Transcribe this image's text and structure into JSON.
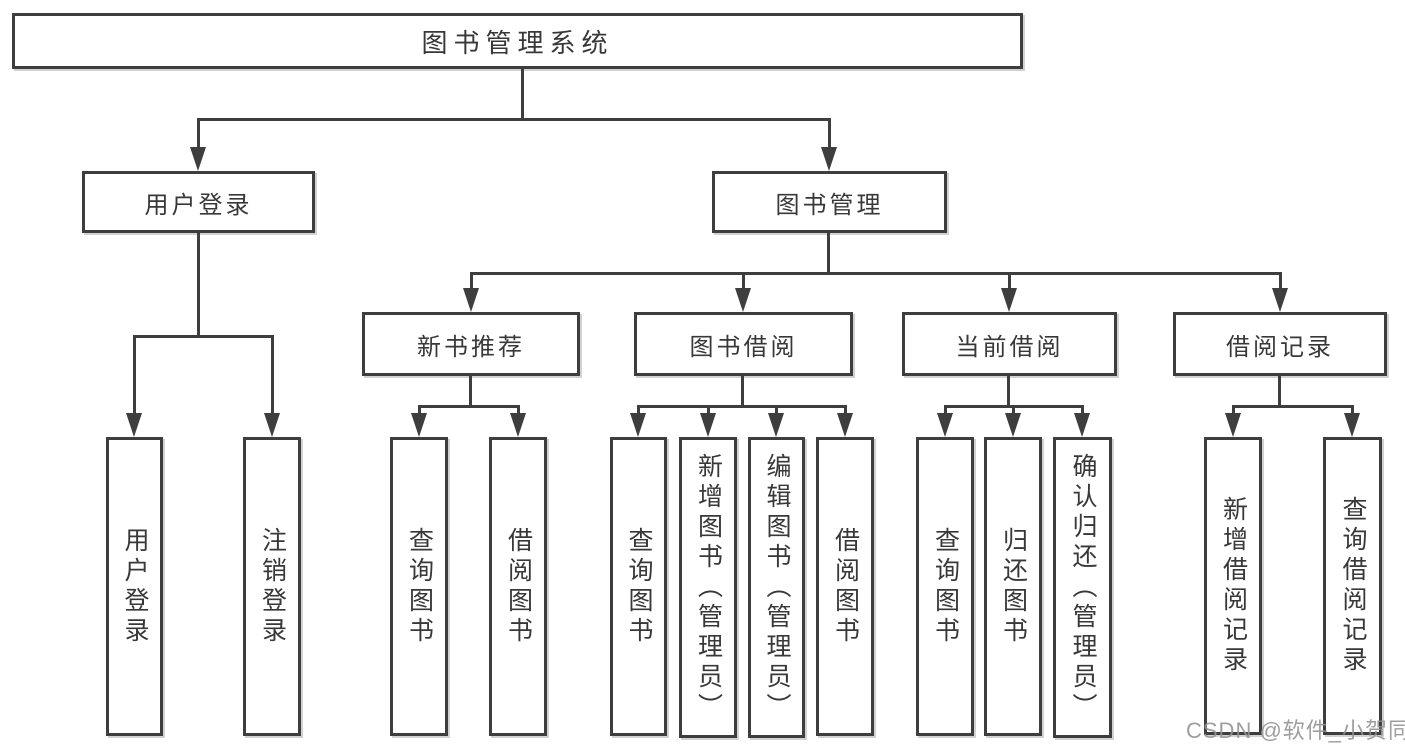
{
  "diagram": {
    "root": {
      "label": "图书管理系统"
    },
    "level2": [
      {
        "label": "用户登录"
      },
      {
        "label": "图书管理"
      }
    ],
    "level3": [
      {
        "label": "新书推荐"
      },
      {
        "label": "图书借阅"
      },
      {
        "label": "当前借阅"
      },
      {
        "label": "借阅记录"
      }
    ],
    "leaves": {
      "user_login": [
        {
          "label": "用户登录"
        },
        {
          "label": "注销登录"
        }
      ],
      "new_book_rec": [
        {
          "label": "查询图书"
        },
        {
          "label": "借阅图书"
        }
      ],
      "book_borrow": [
        {
          "label": "查询图书"
        },
        {
          "label": "新增图书（管理员）"
        },
        {
          "label": "编辑图书（管理员）"
        },
        {
          "label": "借阅图书"
        }
      ],
      "current_borrow": [
        {
          "label": "查询图书"
        },
        {
          "label": "归还图书"
        },
        {
          "label": "确认归还（管理员）"
        }
      ],
      "borrow_records": [
        {
          "label": "新增借阅记录"
        },
        {
          "label": "查询借阅记录"
        }
      ]
    }
  },
  "watermark": {
    "text": "CSDN @软件_小贺同学"
  },
  "colors": {
    "line": "#3e3e3e",
    "text": "#383838",
    "watermark": "#949494",
    "background": "#ffffff"
  }
}
